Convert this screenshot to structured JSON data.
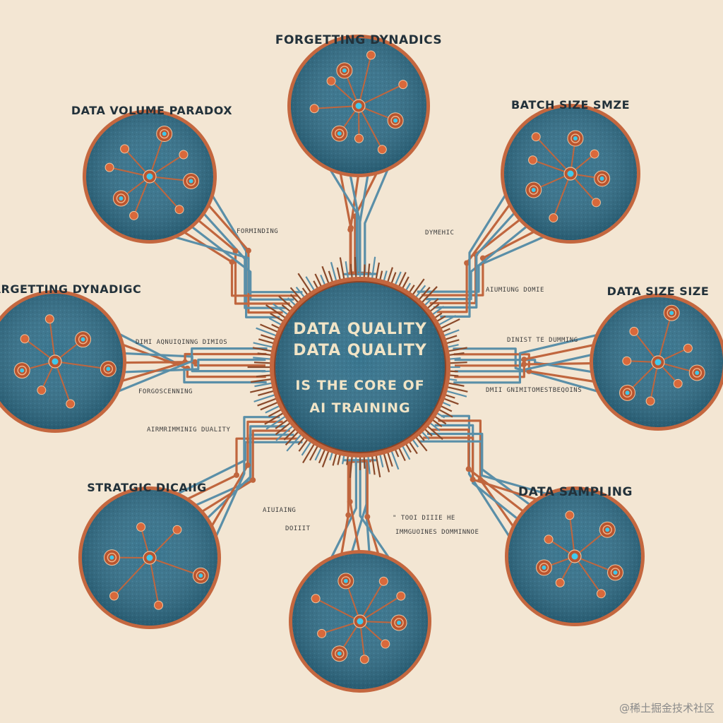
{
  "hub": {
    "lines": [
      "DATA QUALITY",
      "DATA QUALITY",
      "IS THE CORE OF",
      "AI TRAINING"
    ]
  },
  "nodes": [
    {
      "id": "top",
      "label": "FORGETTING DYNADICS"
    },
    {
      "id": "top-left",
      "label": "DATA VOLUME PARADOX"
    },
    {
      "id": "top-right",
      "label": "BATCH SIZE SMZE"
    },
    {
      "id": "left",
      "label": "RARGETTING DYNADIGC"
    },
    {
      "id": "right",
      "label": "DATA SIZE SIZE"
    },
    {
      "id": "bottom-left",
      "label": "STRATGIC DICAIIG"
    },
    {
      "id": "bottom-right",
      "label": "DATA SAMPLING"
    },
    {
      "id": "bottom",
      "label": ""
    }
  ],
  "annotations": [
    "FORMINDING",
    "DYMEHIC",
    "AIUMIUNG DOMIE",
    "DIMI AQNUIQINNG DIMIOS",
    "DINIST TE DUMMING",
    "FORGOSCENNING",
    "DMII GNIMITOMESTBEQOINS",
    "AIRMRIMMINIG DUALITY",
    "AIUIAING",
    "DOIIIT",
    "\" TOOI DIIIE HE",
    "IMMGUOINES DOMMINNOE"
  ],
  "watermark": "@稀土掘金技术社区",
  "colors": {
    "background": "#f3e6d3",
    "disc": "#2b6b86",
    "rim": "#c4673f",
    "wire_copper": "#c0663e",
    "wire_blue": "#5a8fa8",
    "center_text": "#f1e4c6"
  }
}
